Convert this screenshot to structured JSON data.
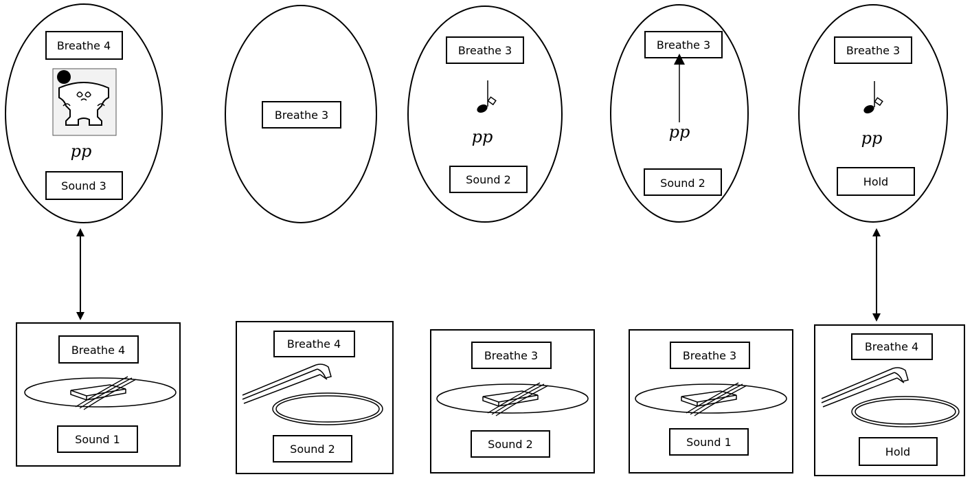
{
  "ovals": [
    {
      "top_label": "Breathe 4",
      "dynamic": "pp",
      "bottom_label": "Sound 3"
    },
    {
      "center_label": "Breathe 3"
    },
    {
      "top_label": "Breathe 3",
      "dynamic": "pp",
      "bottom_label": "Sound 2"
    },
    {
      "top_label": "Breathe 3",
      "dynamic": "pp",
      "bottom_label": "Sound 2"
    },
    {
      "top_label": "Breathe 3",
      "dynamic": "pp",
      "bottom_label": "Hold"
    }
  ],
  "boxes": [
    {
      "top_label": "Breathe 4",
      "bottom_label": "Sound 1"
    },
    {
      "top_label": "Breathe 4",
      "bottom_label": "Sound 2"
    },
    {
      "top_label": "Breathe 3",
      "bottom_label": "Sound 2"
    },
    {
      "top_label": "Breathe 3",
      "bottom_label": "Sound 1"
    },
    {
      "top_label": "Breathe 4",
      "bottom_label": "Hold"
    }
  ],
  "icons": {
    "bridge": "violin-bridge-icon",
    "note": "note-icon",
    "arrow": "up-arrow-icon",
    "string_on_bridge": "string-over-bridge-icon",
    "bow_on_string": "bow-and-string-icon"
  },
  "colors": {
    "stroke": "#000000",
    "fill": "#ffffff",
    "bridge_bg": "#f2f2f2"
  }
}
